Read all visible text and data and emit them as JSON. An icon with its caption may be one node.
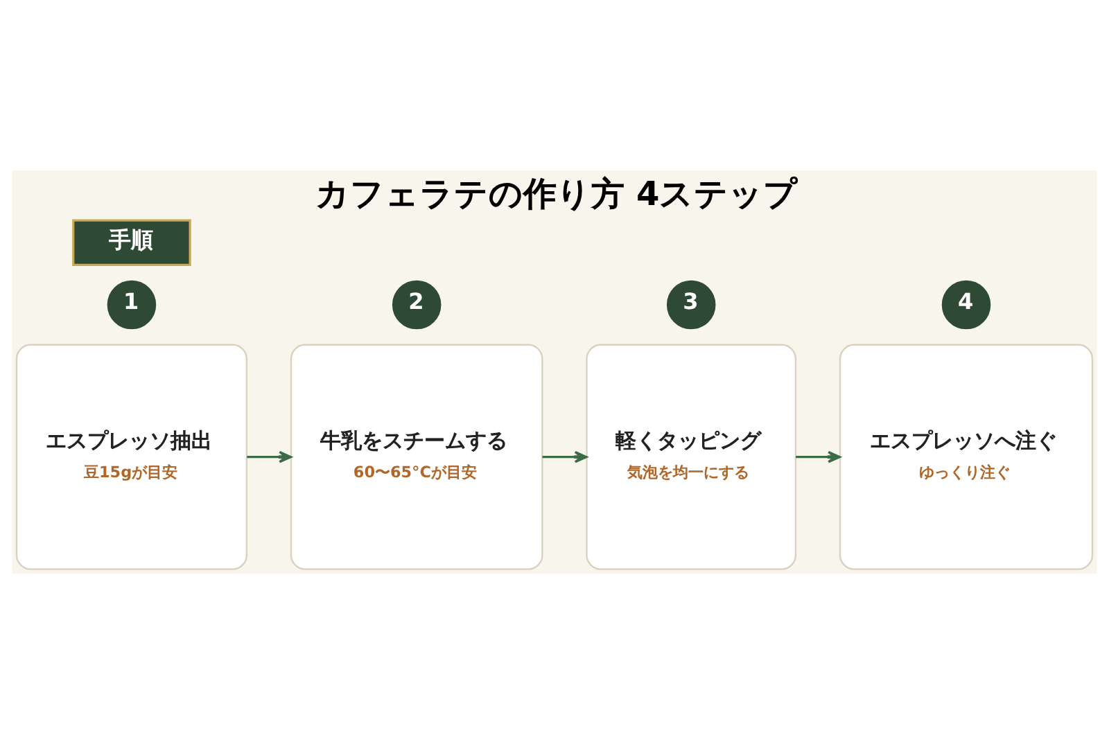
{
  "diagram": {
    "title": "カフェラテの作り方 4ステップ",
    "nodes": [
      {
        "text": [
          "手順"
        ]
      },
      {
        "text": [
          "1"
        ]
      },
      {
        "text": [
          "エスプレッソ抽出",
          "豆15gが目安"
        ]
      },
      {
        "text": [
          "2"
        ]
      },
      {
        "text": [
          "牛乳をスチームする",
          "60〜65°Cが目安"
        ]
      },
      {
        "text": [
          "3"
        ]
      },
      {
        "text": [
          "軽くタッピング",
          "気泡を均一にする"
        ]
      },
      {
        "text": [
          "4"
        ]
      },
      {
        "text": [
          "エスプレッソへ注ぐ",
          "ゆっくり注ぐ"
        ]
      }
    ],
    "edges": [
      {
        "from": 2,
        "to": 4,
        "arrow": "to"
      },
      {
        "from": 4,
        "to": 6,
        "arrow": "to"
      },
      {
        "from": 6,
        "to": 8,
        "arrow": "to"
      }
    ]
  }
}
